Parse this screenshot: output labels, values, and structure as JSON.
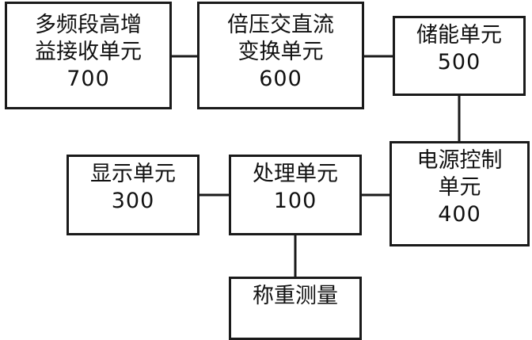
{
  "units": {
    "multiband_receiver": {
      "line1": "多频段高增",
      "line2": "益接收单元",
      "code": "700"
    },
    "voltage_converter": {
      "line1": "倍压交直流",
      "line2": "变换单元",
      "code": "600"
    },
    "storage": {
      "line1": "储能单元",
      "code": "500"
    },
    "power_control": {
      "line1": "电源控制",
      "line2": "单元",
      "code": "400"
    },
    "display": {
      "line1": "显示单元",
      "code": "300"
    },
    "processing": {
      "line1": "处理单元",
      "code": "100"
    },
    "weighing": {
      "line1": "称重测量"
    }
  },
  "colors": {
    "stroke": "#1a1a1a",
    "background": "#ffffff",
    "text": "#111111"
  }
}
